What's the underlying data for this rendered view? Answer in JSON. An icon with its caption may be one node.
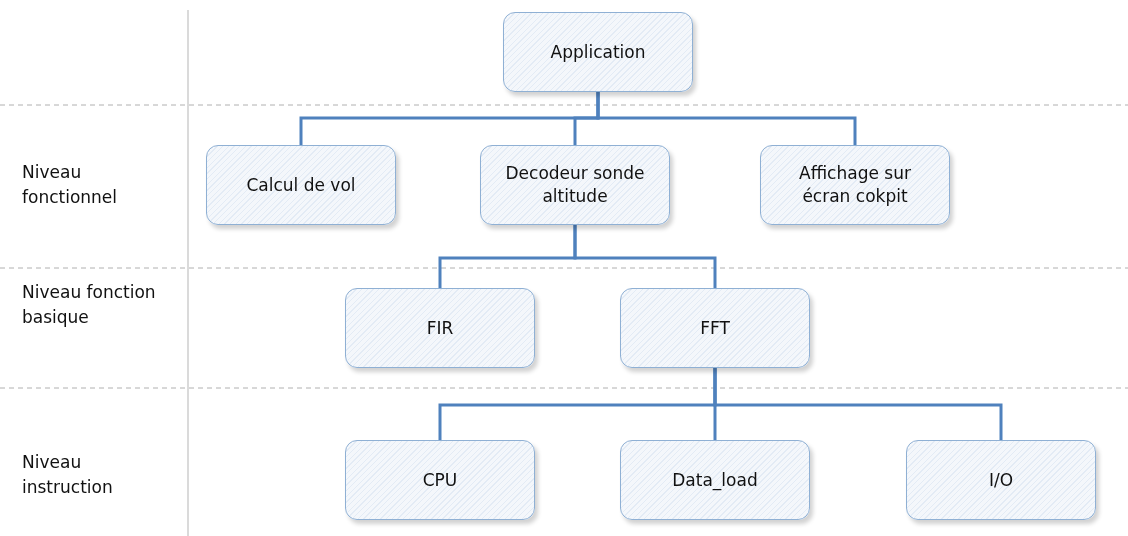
{
  "diagram": {
    "nodes": [
      {
        "text": [
          "Application"
        ]
      },
      {
        "text": [
          "Calcul de vol"
        ]
      },
      {
        "text": [
          "Decodeur sonde altitude"
        ]
      },
      {
        "text": [
          "Affichage sur écran cokpit"
        ]
      },
      {
        "text": [
          "FIR"
        ]
      },
      {
        "text": [
          "FFT"
        ]
      },
      {
        "text": [
          "CPU"
        ]
      },
      {
        "text": [
          "Data_load"
        ]
      },
      {
        "text": [
          "I/O"
        ]
      }
    ],
    "edges": [
      {
        "from": 0,
        "to": 1,
        "arrow": "none"
      },
      {
        "from": 0,
        "to": 2,
        "arrow": "none"
      },
      {
        "from": 0,
        "to": 3,
        "arrow": "none"
      },
      {
        "from": 2,
        "to": 4,
        "arrow": "none"
      },
      {
        "from": 2,
        "to": 5,
        "arrow": "none"
      },
      {
        "from": 5,
        "to": 6,
        "arrow": "none"
      },
      {
        "from": 5,
        "to": 7,
        "arrow": "none"
      },
      {
        "from": 5,
        "to": 8,
        "arrow": "none"
      }
    ],
    "labels": [
      "Niveau fonctionnel",
      "Niveau fonction basique",
      "Niveau instruction"
    ]
  }
}
